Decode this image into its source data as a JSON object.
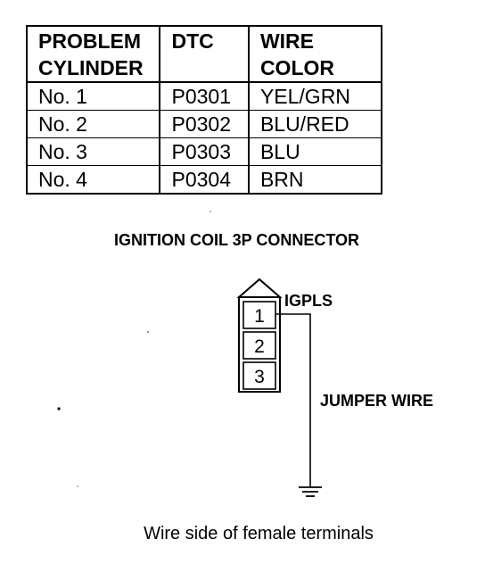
{
  "table": {
    "headers": [
      [
        "PROBLEM",
        "CYLINDER"
      ],
      [
        "DTC"
      ],
      [
        "WIRE",
        "COLOR"
      ]
    ],
    "rows": [
      [
        "No. 1",
        "P0301",
        "YEL/GRN"
      ],
      [
        "No. 2",
        "P0302",
        "BLU/RED"
      ],
      [
        "No. 3",
        "P0303",
        "BLU"
      ],
      [
        "No. 4",
        "P0304",
        "BRN"
      ]
    ]
  },
  "diagram": {
    "connector_title": "IGNITION COIL 3P CONNECTOR",
    "terminal_label": "IGPLS",
    "terminals": [
      "1",
      "2",
      "3"
    ],
    "jumper_label": "JUMPER WIRE",
    "caption": "Wire side of female terminals"
  }
}
